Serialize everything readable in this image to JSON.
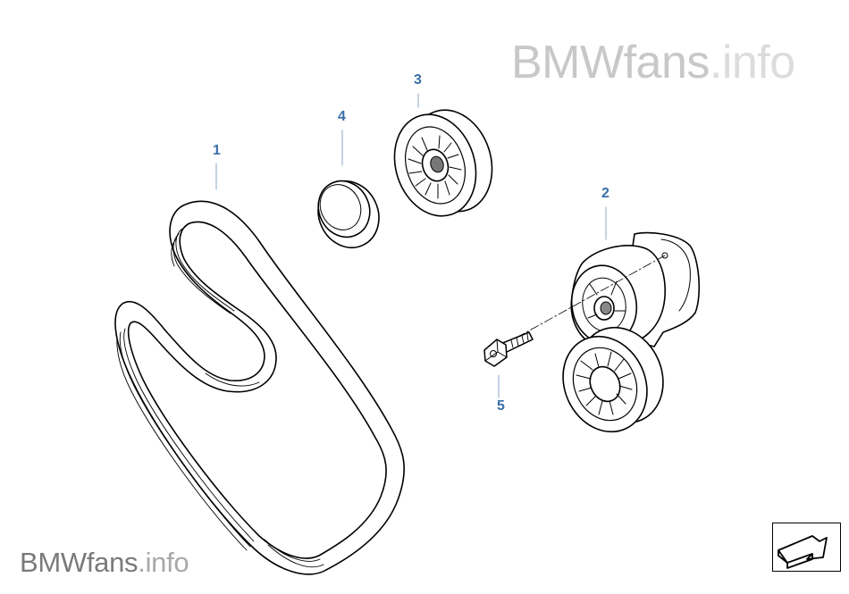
{
  "watermark": {
    "main": "BMWfans",
    "ext": ".info"
  },
  "callouts": [
    {
      "id": "1",
      "label": "1"
    },
    {
      "id": "2",
      "label": "2"
    },
    {
      "id": "3",
      "label": "3"
    },
    {
      "id": "4",
      "label": "4"
    },
    {
      "id": "5",
      "label": "5"
    }
  ],
  "icons": {
    "nav": "arrow-nav-icon",
    "belt": "ribbed-belt-drawing",
    "tensioner": "belt-tensioner-drawing",
    "idler": "idler-pulley-drawing",
    "cap": "pulley-cap-drawing",
    "bolt": "hex-bolt-drawing"
  },
  "colors": {
    "callout": "#3b6ea8",
    "watermark_main": "#c8c8c8",
    "watermark_ext": "#dcdcdc"
  }
}
